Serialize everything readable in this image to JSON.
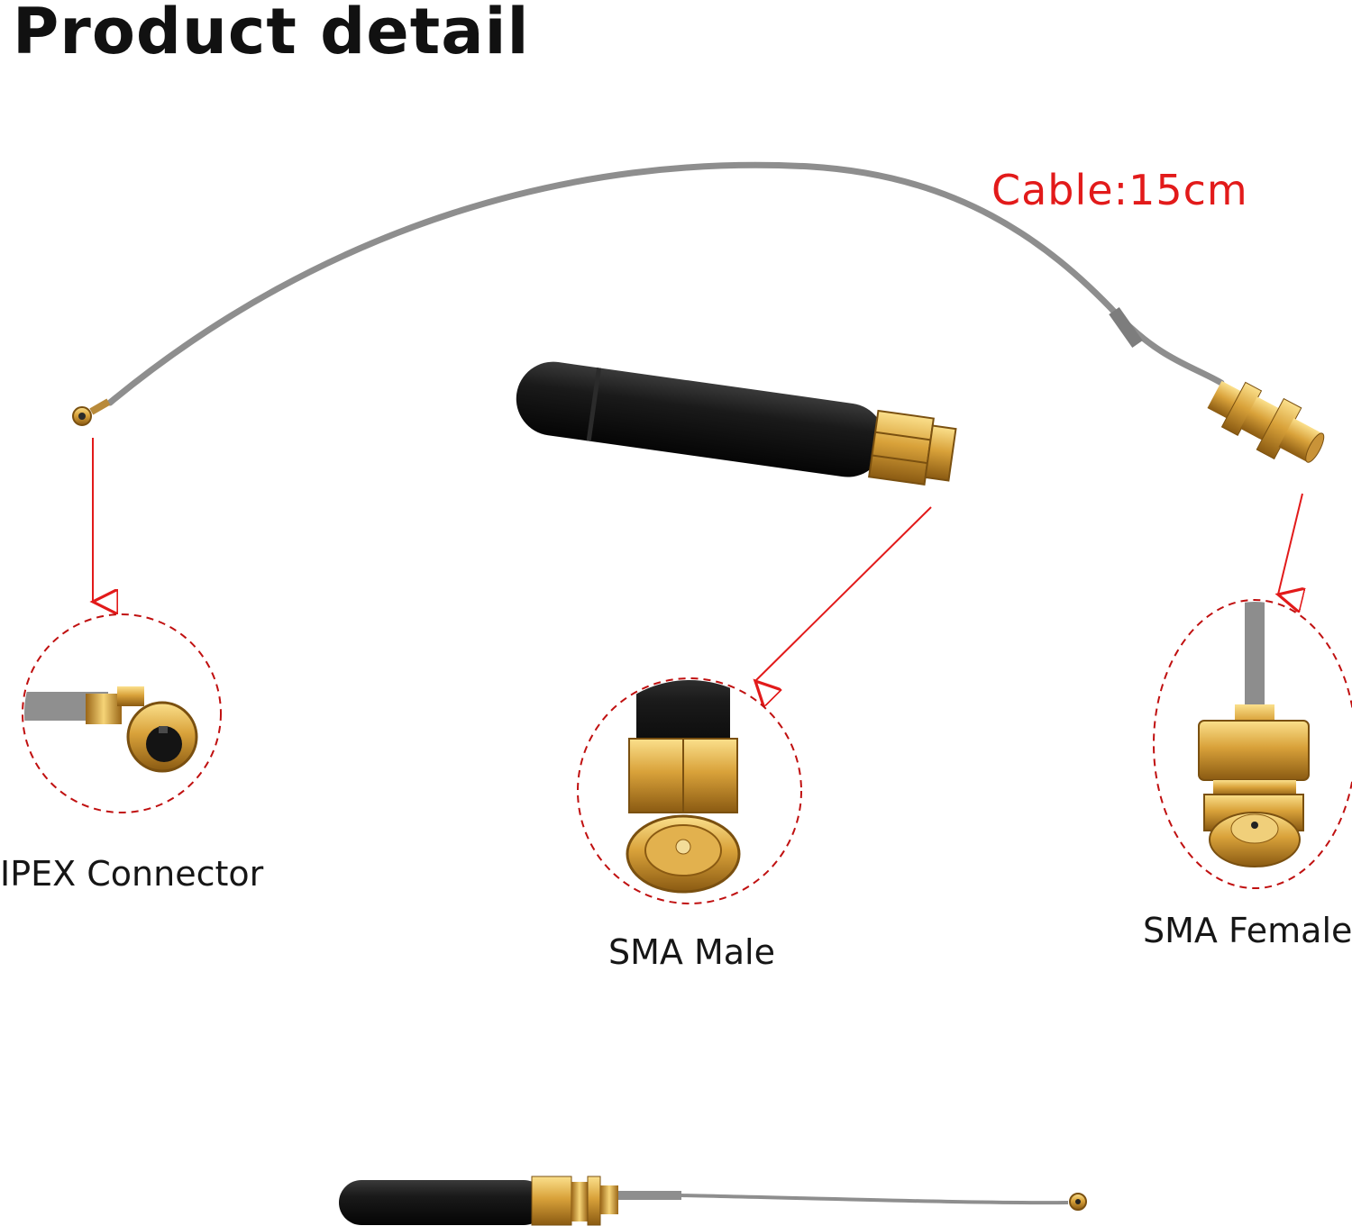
{
  "title": "Product detail",
  "cable_label": "Cable:15cm",
  "parts": {
    "ipex": "IPEX Connector",
    "sma_male": "SMA Male",
    "sma_female": "SMA Female"
  },
  "colors": {
    "accent_red": "#e21a1a",
    "cable_gray": "#8e8e8e",
    "gold": "#d9a23a",
    "antenna_black": "#1b1b1b"
  }
}
